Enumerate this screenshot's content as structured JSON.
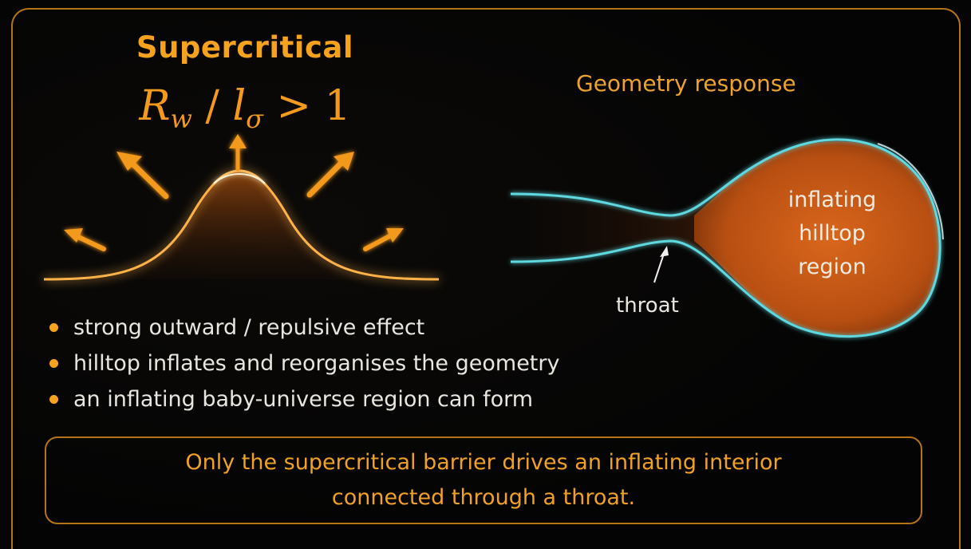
{
  "left": {
    "title": "Supercritical",
    "formula": {
      "var1": "R",
      "sub1": "w",
      "slash": " / ",
      "var2": "l",
      "sub2": "σ",
      "rest": " > 1"
    }
  },
  "right": {
    "title": "Geometry response",
    "throat_label": "throat",
    "region_label_lines": [
      "inflating",
      "hilltop",
      "region"
    ]
  },
  "bullets": [
    "strong outward / repulsive effect",
    "hilltop inflates and reorganises the geometry",
    "an inflating baby-universe region can form"
  ],
  "summary": {
    "line1": "Only the supercritical barrier drives an inflating interior",
    "line2": "connected through a throat."
  },
  "colors": {
    "accent": "#f5a31f",
    "frame": "#b57416",
    "curve_glow": "#ffb24a",
    "tube_edge": "#5fd8e0",
    "bubble_fill": "#c85a16",
    "background": "#050505"
  }
}
